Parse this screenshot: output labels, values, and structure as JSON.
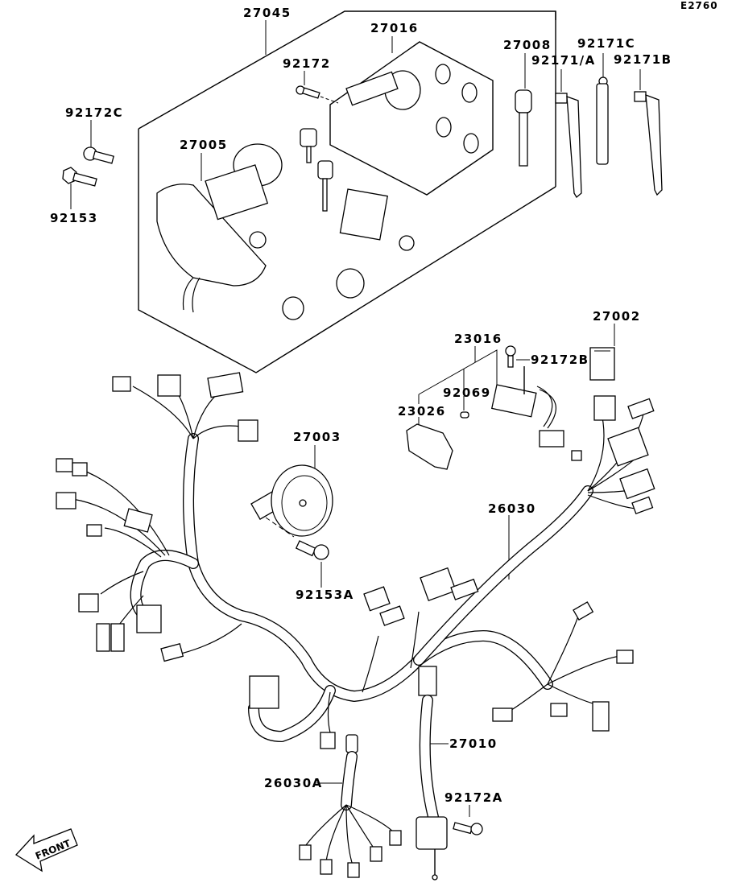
{
  "diagram": {
    "code": "E2760",
    "front_label": "FRONT",
    "callouts": {
      "c27045": "27045",
      "c27016": "27016",
      "c92172": "92172",
      "c27008": "27008",
      "c92171C": "92171C",
      "c92171A": "92171/A",
      "c92171B": "92171B",
      "c92172C": "92172C",
      "c27005": "27005",
      "c92153": "92153",
      "c27002": "27002",
      "c23016": "23016",
      "c92172B": "92172B",
      "c92069": "92069",
      "c23026": "23026",
      "c27003": "27003",
      "c26030": "26030",
      "c92153A": "92153A",
      "c27010": "27010",
      "c26030A": "26030A",
      "c92172A": "92172A"
    }
  }
}
